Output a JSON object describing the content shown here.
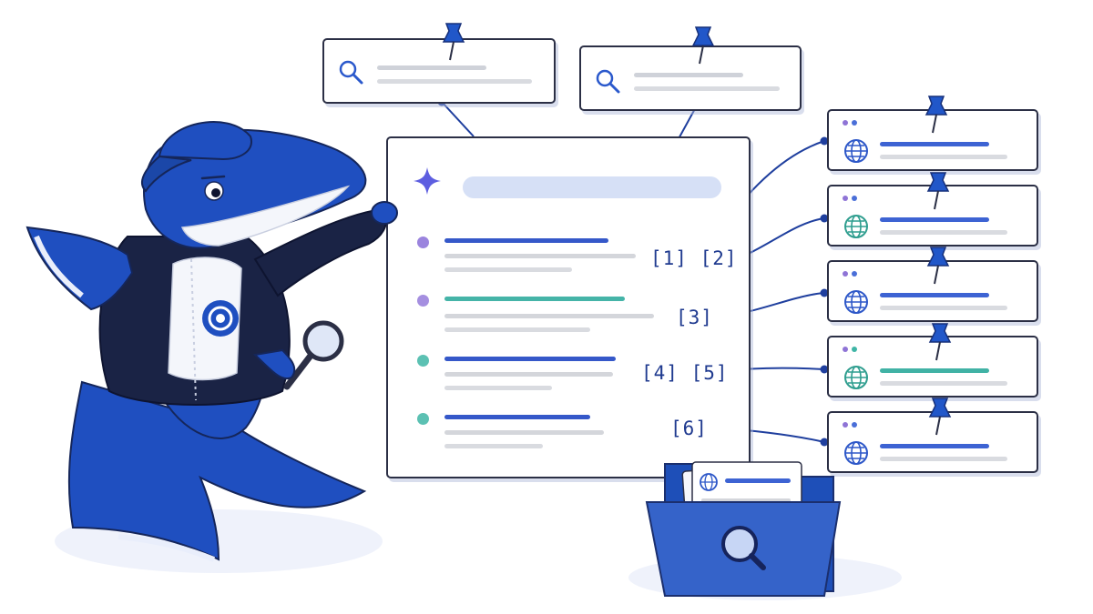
{
  "answer_panel": {
    "citations": [
      "[1]  [2]",
      "[3]",
      "[4]  [5]",
      "[6]"
    ]
  },
  "search_cards": [
    {
      "icon": "search-icon"
    },
    {
      "icon": "search-icon"
    }
  ],
  "source_cards": [
    {
      "icon": "globe-icon",
      "accent": "#3d63d3"
    },
    {
      "icon": "globe-icon",
      "accent": "#3d63d3"
    },
    {
      "icon": "globe-icon",
      "accent": "#3d63d3"
    },
    {
      "icon": "globe-icon",
      "accent": "#41b2a5"
    },
    {
      "icon": "globe-icon",
      "accent": "#3d63d3"
    }
  ],
  "colors": {
    "brand_blue": "#1d4fc4",
    "ink": "#2b2f45",
    "teal": "#3fb5a6",
    "purple": "#9b84de",
    "hoodie": "#1a2345"
  },
  "icons": [
    "search-icon",
    "sparkle-icon",
    "globe-icon",
    "pushpin-icon",
    "magnifying-glass-icon",
    "folder-icon"
  ]
}
